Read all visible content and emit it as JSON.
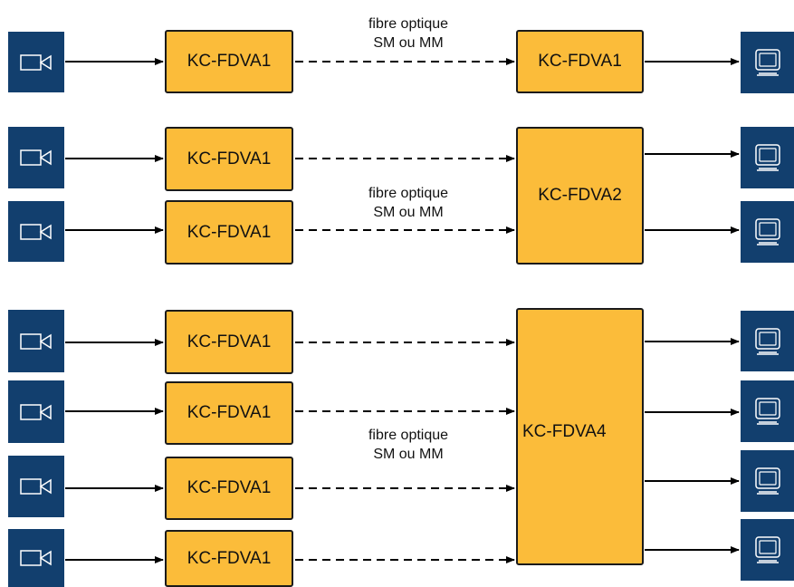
{
  "colors": {
    "box_fill": "#fbbc3a",
    "box_border": "#1a1a1a",
    "icon_bg": "#123f6e",
    "icon_fg": "#ffffff",
    "link": "#000000"
  },
  "icons": {
    "source": "video-camera-icon",
    "sink": "monitor-icon"
  },
  "links": {
    "copper_style": "solid",
    "fibre_style": "dashed"
  },
  "groups": [
    {
      "name": "group-1",
      "transmitters": [
        "KC-FDVA1"
      ],
      "receiver": "KC-FDVA1",
      "fibre_label": [
        "fibre optique",
        "SM ou MM"
      ]
    },
    {
      "name": "group-2",
      "transmitters": [
        "KC-FDVA1",
        "KC-FDVA1"
      ],
      "receiver": "KC-FDVA2",
      "fibre_label": [
        "fibre optique",
        "SM ou MM"
      ]
    },
    {
      "name": "group-3",
      "transmitters": [
        "KC-FDVA1",
        "KC-FDVA1",
        "KC-FDVA1",
        "KC-FDVA1"
      ],
      "receiver": "KC-FDVA4",
      "fibre_label": [
        "fibre optique",
        "SM ou MM"
      ]
    }
  ]
}
